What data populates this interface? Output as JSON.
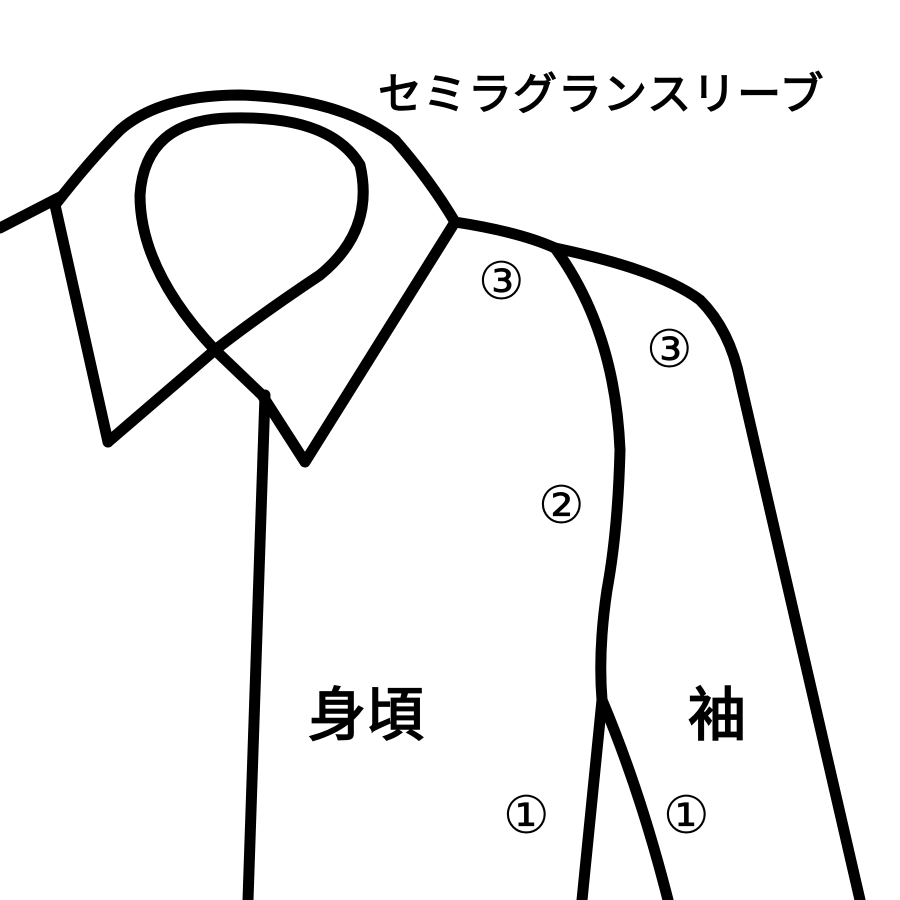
{
  "title": "セミラグランスリーブ",
  "labels": {
    "body": "身頃",
    "sleeve": "袖",
    "body_marks": [
      "③",
      "②",
      "①"
    ],
    "sleeve_marks": [
      "③",
      "①"
    ]
  },
  "colors": {
    "line": "#000000",
    "background": "#ffffff"
  }
}
